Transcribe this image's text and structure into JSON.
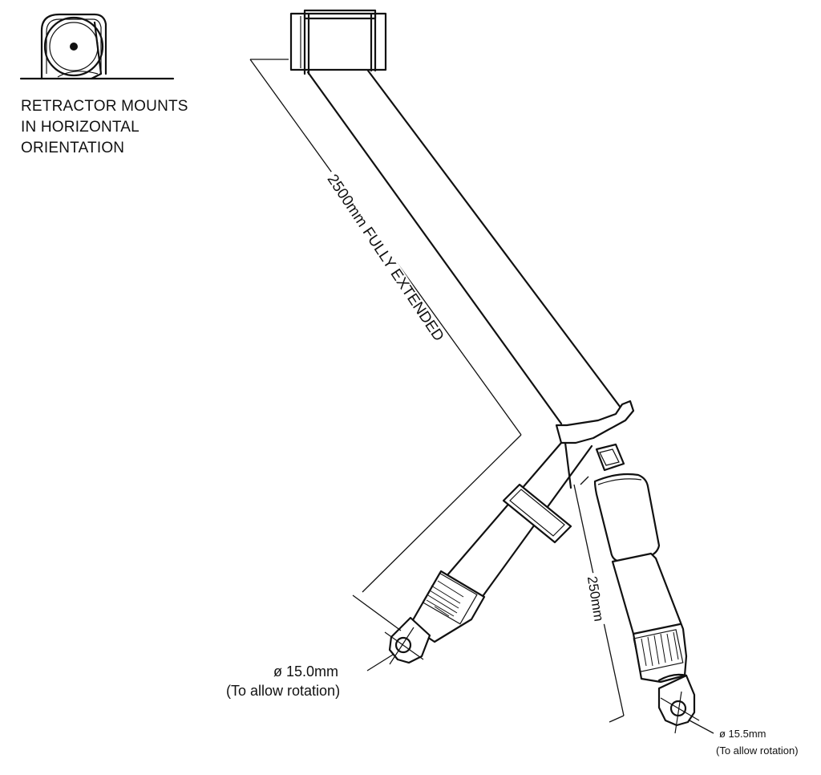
{
  "notes": {
    "retractor_orientation": "RETRACTOR MOUNTS\nIN HORIZONTAL\nORIENTATION"
  },
  "dimensions": {
    "belt_length": "2500mm FULLY EXTENDED",
    "buckle_length": "250mm",
    "left_anchor_hole": "ø 15.0mm",
    "left_anchor_note": "(To allow rotation)",
    "right_anchor_hole": "ø 15.5mm",
    "right_anchor_note": "(To allow rotation)"
  }
}
